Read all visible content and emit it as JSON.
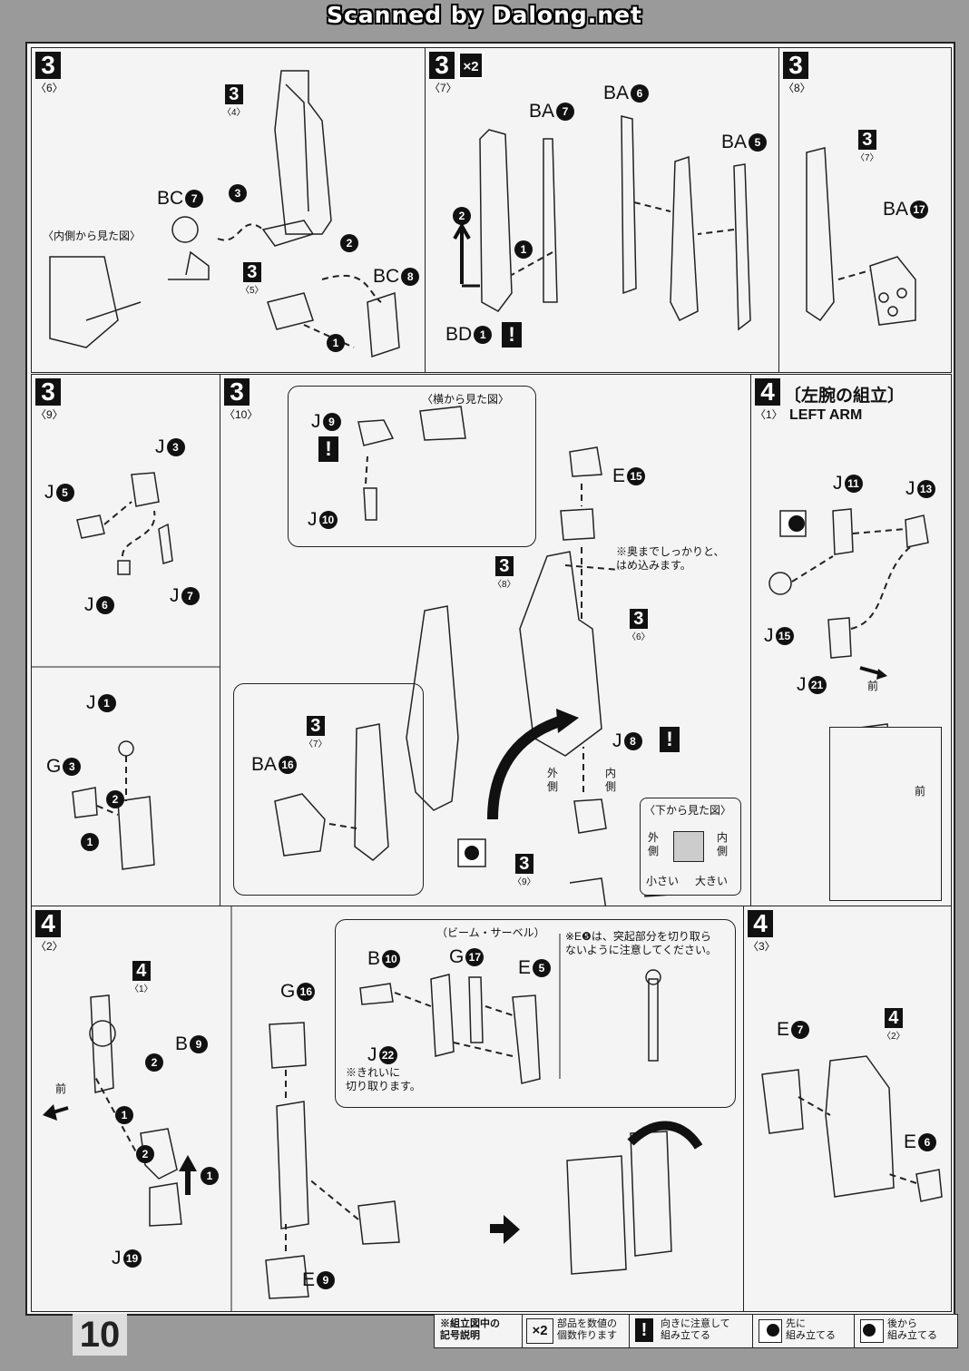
{
  "header": {
    "scanner": "Scanned by Dalong.net"
  },
  "page_number": "10",
  "steps": {
    "s3_6": {
      "num": "3",
      "sub": "〈6〉",
      "ref_a": {
        "num": "3",
        "sub": "〈4〉"
      },
      "ref_b": {
        "num": "3",
        "sub": "〈5〉"
      },
      "part_bc7": "BC",
      "part_bc7_n": "7",
      "part_bc8": "BC",
      "part_bc8_n": "8",
      "inside_view": "〈内側から見た図〉",
      "seq": [
        "1",
        "2",
        "3"
      ]
    },
    "s3_7": {
      "num": "3",
      "sub": "〈7〉",
      "x2": "×2",
      "part_ba7": "BA",
      "part_ba7_n": "7",
      "part_ba6": "BA",
      "part_ba6_n": "6",
      "part_ba5": "BA",
      "part_ba5_n": "5",
      "part_bd1": "BD",
      "part_bd1_n": "1",
      "seq": [
        "1",
        "2"
      ],
      "warn": "!"
    },
    "s3_8": {
      "num": "3",
      "sub": "〈8〉",
      "ref": {
        "num": "3",
        "sub": "〈7〉"
      },
      "part_ba17": "BA",
      "part_ba17_n": "17"
    },
    "s3_9": {
      "num": "3",
      "sub": "〈9〉",
      "j3": "J",
      "j3_n": "3",
      "j5": "J",
      "j5_n": "5",
      "j6": "J",
      "j6_n": "6",
      "j7": "J",
      "j7_n": "7",
      "j1": "J",
      "j1_n": "1",
      "g3": "G",
      "g3_n": "3",
      "seq": [
        "1",
        "2"
      ]
    },
    "s3_10": {
      "num": "3",
      "sub": "〈10〉",
      "j9": "J",
      "j9_n": "9",
      "j10": "J",
      "j10_n": "10",
      "side_view": "〈横から見た図〉",
      "e15": "E",
      "e15_n": "15",
      "note_press": "※奥までしっかりと、\nはめ込みます。",
      "ref8": {
        "num": "3",
        "sub": "〈8〉"
      },
      "ref6": {
        "num": "3",
        "sub": "〈6〉"
      },
      "ref7": {
        "num": "3",
        "sub": "〈7〉"
      },
      "ref9": {
        "num": "3",
        "sub": "〈9〉"
      },
      "ba16": "BA",
      "ba16_n": "16",
      "j8": "J",
      "j8_n": "8",
      "outer": "外\n側",
      "inner": "内\n側",
      "bottom_view": "〈下から見た図〉",
      "bv_outer": "外\n側",
      "bv_inner": "内\n側",
      "small": "小さい",
      "large": "大きい",
      "warn": "!"
    },
    "s4_1": {
      "num": "4",
      "sub": "〈1〉",
      "title_jp": "〔左腕の組立〕",
      "title_en": "LEFT ARM",
      "j11": "J",
      "j11_n": "11",
      "j13": "J",
      "j13_n": "13",
      "j15": "J",
      "j15_n": "15",
      "j21": "J",
      "j21_n": "21",
      "front": "前",
      "front2": "前"
    },
    "s4_2": {
      "num": "4",
      "sub": "〈2〉",
      "ref": {
        "num": "4",
        "sub": "〈1〉"
      },
      "b9": "B",
      "b9_n": "9",
      "j19": "J",
      "j19_n": "19",
      "front": "前",
      "g16": "G",
      "g16_n": "16",
      "e9": "E",
      "e9_n": "9",
      "beam_saber": "（ビーム・サーベル）",
      "b10": "B",
      "b10_n": "10",
      "g17": "G",
      "g17_n": "17",
      "e5": "E",
      "e5_n": "5",
      "j22": "J",
      "j22_n": "22",
      "note_cut": "※きれいに\n切り取ります。",
      "note_e5": "※E❺は、突起部分を切り取ら\nないように注意してください。",
      "seq": [
        "1",
        "2"
      ]
    },
    "s4_3": {
      "num": "4",
      "sub": "〈3〉",
      "ref": {
        "num": "4",
        "sub": "〈2〉"
      },
      "e7": "E",
      "e7_n": "7",
      "e6": "E",
      "e6_n": "6"
    }
  },
  "legend": {
    "heading": "※組立図中の\n記号説明",
    "x2": "×2",
    "x2_text": "部品を数値の\n個数作ります",
    "warn": "!",
    "warn_text": "向きに注意して\n組み立てる",
    "front_text": "先に\n組み立てる",
    "back_text": "後から\n組み立てる"
  }
}
